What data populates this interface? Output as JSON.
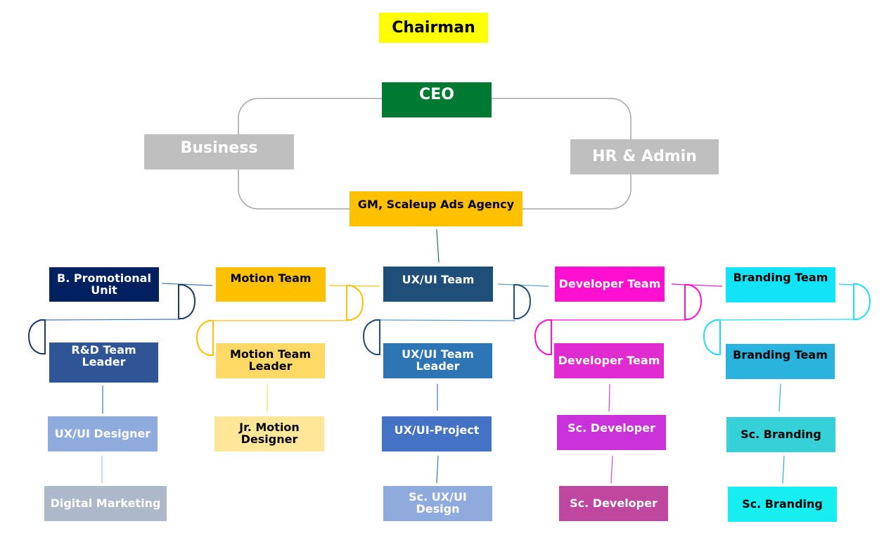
{
  "top": {
    "chairman": {
      "label": "Chairman",
      "color": "#ffff00",
      "text_color": "#000000"
    },
    "ceo": {
      "label": "CEO",
      "color": "#007a33",
      "text_color": "#ffffff"
    },
    "business": {
      "label": "Business",
      "color": "#bfbfbf",
      "text_color": "#ffffff"
    },
    "hr_admin": {
      "label": "HR & Admin",
      "color": "#bfbfbf",
      "text_color": "#ffffff"
    },
    "gm": {
      "label": "GM, Scaleup Ads Agency",
      "color": "#ffc000",
      "text_color": "#000000"
    }
  },
  "columns": [
    {
      "name": "b-promotional",
      "accent": "#1f3864",
      "nodes": [
        {
          "label": "B. Promotional\nUnit",
          "color": "#002060",
          "text_color": "#ffffff"
        },
        {
          "label": "R&D Team\nLeader",
          "color": "#2f5597",
          "text_color": "#ffffff"
        },
        {
          "label": "UX/UI Designer",
          "color": "#8faadc",
          "text_color": "#ffffff"
        },
        {
          "label": "Digital Marketing",
          "color": "#adb9ca",
          "text_color": "#ffffff"
        }
      ]
    },
    {
      "name": "motion",
      "accent": "#ffc000",
      "nodes": [
        {
          "label": "Motion Team",
          "color": "#ffc000",
          "text_color": "#000000"
        },
        {
          "label": "Motion Team\nLeader",
          "color": "#ffd966",
          "text_color": "#000000"
        },
        {
          "label": "Jr. Motion\nDesigner",
          "color": "#ffe699",
          "text_color": "#000000"
        }
      ]
    },
    {
      "name": "uxui",
      "accent": "#1f4e79",
      "nodes": [
        {
          "label": "UX/UI Team",
          "color": "#1f4e79",
          "text_color": "#ffffff"
        },
        {
          "label": "UX/UI Team\nLeader",
          "color": "#2e75b6",
          "text_color": "#ffffff"
        },
        {
          "label": "UX/UI-Project",
          "color": "#4472c4",
          "text_color": "#ffffff"
        },
        {
          "label": "Sc. UX/UI\nDesign",
          "color": "#8faadc",
          "text_color": "#ffffff"
        }
      ]
    },
    {
      "name": "developer",
      "accent": "#ff0fd0",
      "nodes": [
        {
          "label": "Developer Team",
          "color": "#ff0fcf",
          "text_color": "#ffffff"
        },
        {
          "label": "Developer Team",
          "color": "#e02bd0",
          "text_color": "#ffffff"
        },
        {
          "label": "Sc. Developer",
          "color": "#c832d8",
          "text_color": "#ffffff"
        },
        {
          "label": "Sc. Developer",
          "color": "#c047a0",
          "text_color": "#ffffff"
        }
      ]
    },
    {
      "name": "branding",
      "accent": "#1ee0f0",
      "nodes": [
        {
          "label": "Branding Team",
          "color": "#12e3f7",
          "text_color": "#000000"
        },
        {
          "label": "Branding Team",
          "color": "#2ab3dc",
          "text_color": "#000000"
        },
        {
          "label": "Sc. Branding",
          "color": "#36d0d8",
          "text_color": "#000000"
        },
        {
          "label": "Sc. Branding",
          "color": "#17eef0",
          "text_color": "#000000"
        }
      ]
    }
  ]
}
